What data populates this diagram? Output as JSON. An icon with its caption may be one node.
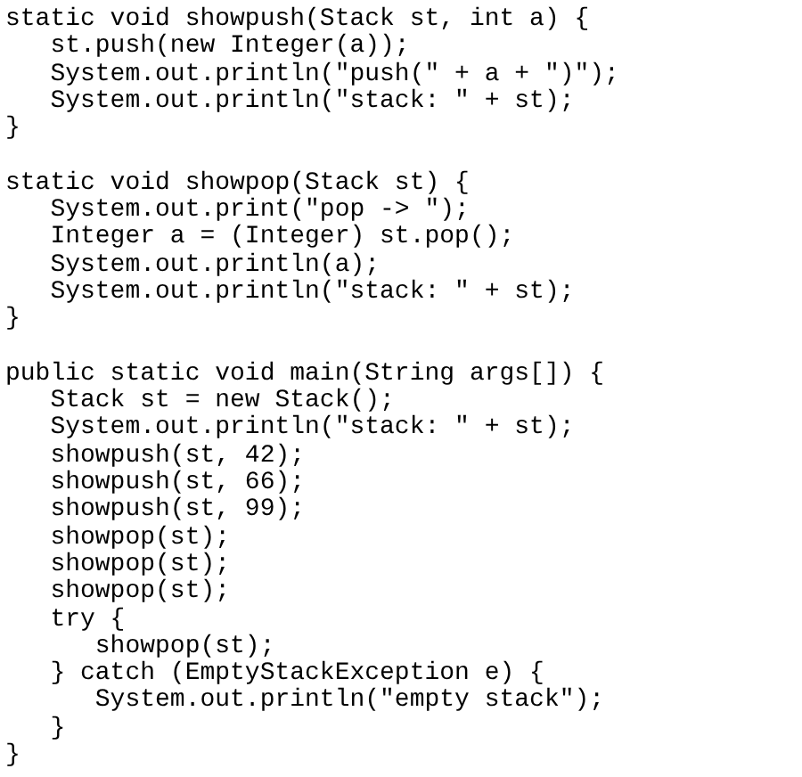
{
  "diagram": {
    "labels": [
      "static void showpush(Stack st, int a) {",
      "   st.push(new Integer(a));",
      "   System.out.println(\"push(\" + a + \")\");",
      "   System.out.println(\"stack: \" + st);",
      "}",
      "static void showpop(Stack st) {",
      "   System.out.print(\"pop -> \");",
      "   Integer a = (Integer) st.pop();",
      "   System.out.println(a);",
      "   System.out.println(\"stack: \" + st);",
      "}",
      "public static void main(String args[]) {",
      "   Stack st = new Stack();",
      "   System.out.println(\"stack: \" + st);",
      "   showpush(st, 42);",
      "   showpush(st, 66);",
      "   showpush(st, 99);",
      "   showpop(st);",
      "   showpop(st);",
      "   showpop(st);",
      "   try {",
      "      showpop(st);",
      "   } catch (EmptyStackException e) {",
      "      System.out.println(\"empty stack\");",
      "   }",
      "}"
    ]
  }
}
